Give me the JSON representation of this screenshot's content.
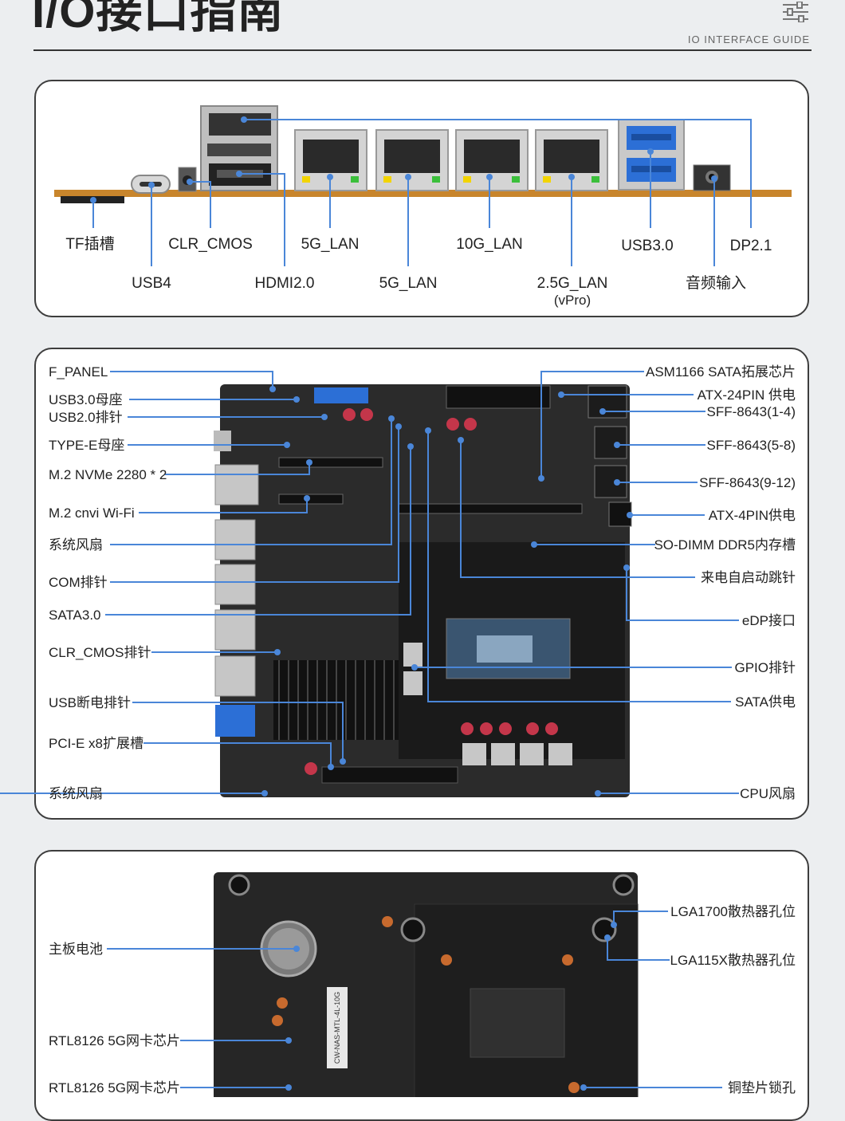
{
  "header": {
    "title": "I/O接口指南",
    "subtitle": "IO INTERFACE GUIDE",
    "icon": "settings-sliders-icon"
  },
  "colors": {
    "accent": "#4a86d8",
    "board": "#2a2a2a",
    "pcb_edge": "#c8852c"
  },
  "io_panel": {
    "labels": {
      "tf": "TF插槽",
      "usb4": "USB4",
      "clr_cmos": "CLR_CMOS",
      "hdmi": "HDMI2.0",
      "lan5g_a": "5G_LAN",
      "lan5g_b": "5G_LAN",
      "lan10g": "10G_LAN",
      "lan25g": "2.5G_LAN",
      "lan25g_sub": "(vPro)",
      "usb30": "USB3.0",
      "audio": "音频输入",
      "dp": "DP2.1"
    }
  },
  "board_top": {
    "left_labels": [
      "F_PANEL",
      "USB3.0母座",
      "USB2.0排针",
      "TYPE-E母座",
      "M.2 NVMe 2280 * 2",
      "M.2 cnvi Wi-Fi",
      "系统风扇",
      "COM排针",
      "SATA3.0",
      "CLR_CMOS排针",
      "USB断电排针",
      "PCI-E x8扩展槽",
      "系统风扇"
    ],
    "right_labels": [
      "ASM1166 SATA拓展芯片",
      "ATX-24PIN 供电",
      "SFF-8643(1-4)",
      "SFF-8643(5-8)",
      "SFF-8643(9-12)",
      "ATX-4PIN供电",
      "SO-DIMM DDR5内存槽",
      "来电自启动跳针",
      "eDP接口",
      "GPIO排针",
      "SATA供电",
      "CPU风扇"
    ]
  },
  "board_bottom": {
    "left_labels": [
      "主板电池",
      "RTL8126 5G网卡芯片",
      "RTL8126 5G网卡芯片"
    ],
    "right_labels": [
      "LGA1700散热器孔位",
      "LGA115X散热器孔位",
      "铜垫片锁孔"
    ],
    "sticker": "CW-NAS-MTL-4L-10G"
  }
}
